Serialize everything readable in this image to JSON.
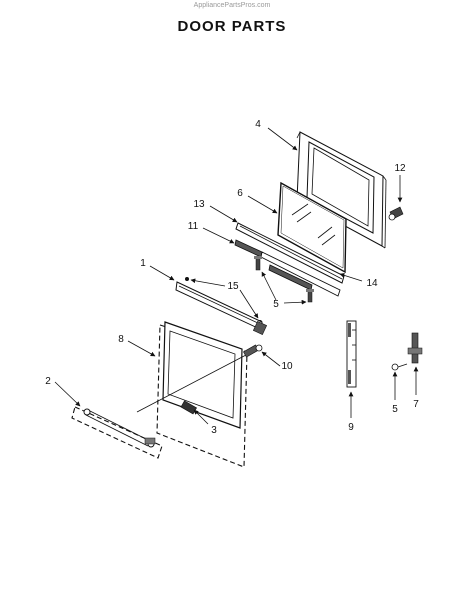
{
  "watermark": "AppliancePartsPros.com",
  "title": "DOOR PARTS",
  "callouts": {
    "c1": "1",
    "c2": "2",
    "c3": "3",
    "c4": "4",
    "c5a": "5",
    "c5b": "5",
    "c6": "6",
    "c7": "7",
    "c8": "8",
    "c9": "9",
    "c10": "10",
    "c11": "11",
    "c12": "12",
    "c13": "13",
    "c14": "14",
    "c15": "15"
  }
}
